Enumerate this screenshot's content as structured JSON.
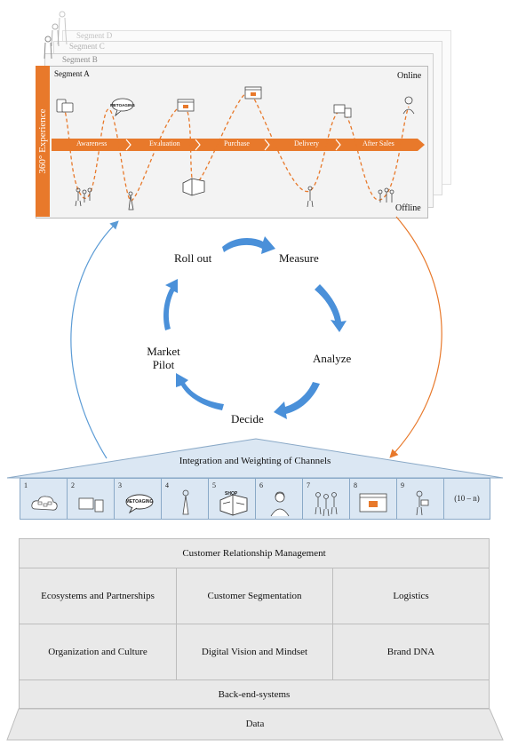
{
  "journey": {
    "segments": {
      "d": "Segment D",
      "c": "Segment C",
      "b": "Segment B",
      "a": "Segment A"
    },
    "experience_label": "360° Experience",
    "online_label": "Online",
    "offline_label": "Offline",
    "phases": [
      "Awareness",
      "Evaluation",
      "Purchase",
      "Delivery",
      "After Sales"
    ],
    "accent_color": "#e8792b"
  },
  "cycle": {
    "roll_out": "Roll out",
    "measure": "Measure",
    "analyze": "Analyze",
    "decide": "Decide",
    "market_pilot_1": "Market",
    "market_pilot_2": "Pilot",
    "arrow_color": "#3b86c8"
  },
  "channels": {
    "title": "Integration and Weighting of Channels",
    "cells": [
      {
        "num": "1",
        "icon": "cloud-devices-icon"
      },
      {
        "num": "2",
        "icon": "devices-icon"
      },
      {
        "num": "3",
        "icon": "speech-bubble-icon",
        "text": "METOAGING"
      },
      {
        "num": "4",
        "icon": "person-icon"
      },
      {
        "num": "5",
        "icon": "store-icon",
        "text": "SHOP"
      },
      {
        "num": "6",
        "icon": "call-center-icon"
      },
      {
        "num": "7",
        "icon": "group-icon"
      },
      {
        "num": "8",
        "icon": "web-shop-icon"
      },
      {
        "num": "9",
        "icon": "delivery-person-icon"
      },
      {
        "num": "",
        "text": "(10 – n)"
      }
    ],
    "fill_color": "#dbe7f3"
  },
  "foundation": {
    "crm": "Customer Relationship Management",
    "ecosystems": "Ecosystems and Partnerships",
    "segmentation": "Customer Segmentation",
    "logistics": "Logistics",
    "organization": "Organization and Culture",
    "digital_vision": "Digital Vision and Mindset",
    "brand_dna": "Brand DNA",
    "backend": "Back-end-systems",
    "data": "Data"
  }
}
